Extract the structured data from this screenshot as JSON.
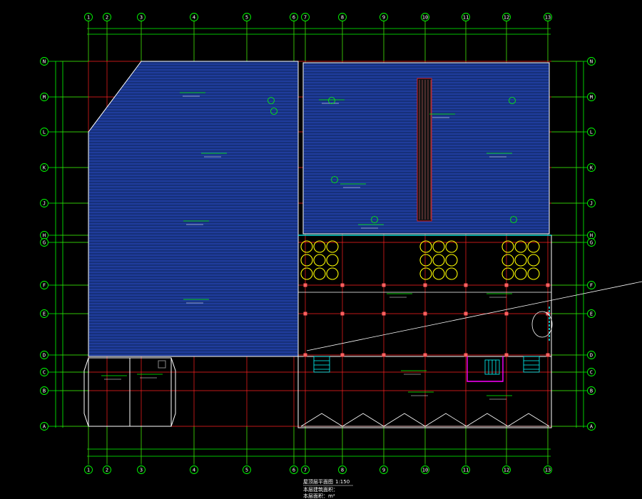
{
  "drawing": {
    "colors": {
      "background": "#000000",
      "axis": "#00ff00",
      "grid": "#ff2020",
      "roof_fill": "#16307a",
      "roof_line": "#3a62ff",
      "wall": "#ffffff",
      "tank": "#ffff00",
      "stair": "#00ffff",
      "accent": "#ff00ff"
    },
    "column_labels": [
      "1",
      "2",
      "3",
      "4",
      "5",
      "6",
      "7",
      "8",
      "9",
      "10",
      "11",
      "12",
      "13"
    ],
    "row_labels": [
      "N",
      "M",
      "L",
      "K",
      "J",
      "H",
      "G",
      "F",
      "E",
      "D",
      "C",
      "B",
      "A"
    ],
    "title_block": {
      "line1": "屋顶层平面图",
      "scale": "1:150",
      "line2": "本层建筑面积：",
      "line3": "本层面积：m²"
    }
  }
}
